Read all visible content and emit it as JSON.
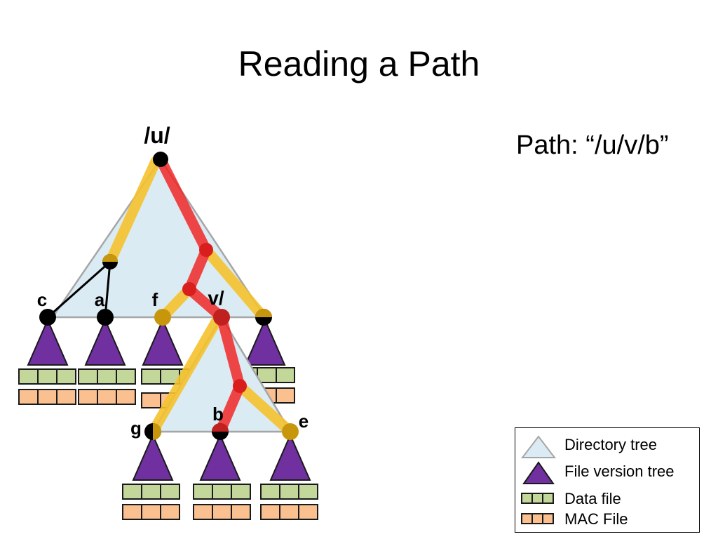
{
  "slide": {
    "title": "Reading a Path",
    "path_text": "Path: “/u/v/b”"
  },
  "nodes": {
    "root": "/u/",
    "c": "c",
    "a": "a",
    "f": "f",
    "v": "v/",
    "g": "g",
    "b": "b",
    "e": "e"
  },
  "legend": {
    "items": [
      {
        "label": "Directory tree",
        "icon": "light-blue-triangle-icon"
      },
      {
        "label": "File version tree",
        "icon": "purple-triangle-icon"
      },
      {
        "label": "Data file",
        "icon": "green-blocks-icon"
      },
      {
        "label": "MAC File",
        "icon": "orange-blocks-icon"
      }
    ]
  },
  "colors": {
    "directory_tree": "#dbebf3",
    "file_version_tree": "#7030a0",
    "data_file": "#c4d79b",
    "mac_file": "#fac090",
    "yellow_path": "#f5c22e",
    "red_path": "#f02020"
  }
}
